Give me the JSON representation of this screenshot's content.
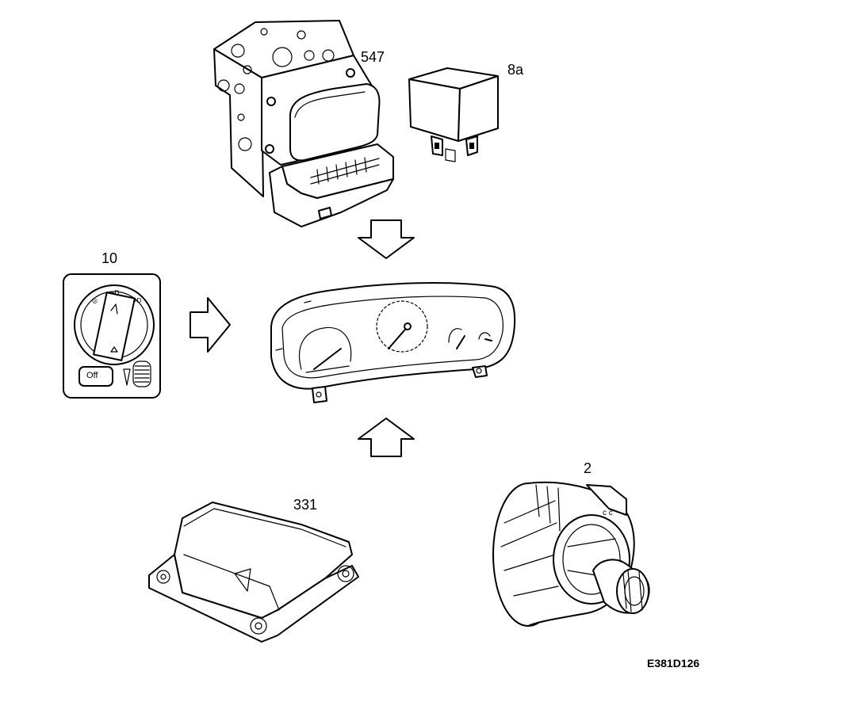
{
  "components": {
    "abs_unit": {
      "label": "547"
    },
    "relay": {
      "label": "8a"
    },
    "light_switch": {
      "label": "10",
      "button_text": "Off"
    },
    "airbag_module": {
      "label": "331"
    },
    "alternator": {
      "label": "2"
    }
  },
  "figure_code": "E381D126"
}
